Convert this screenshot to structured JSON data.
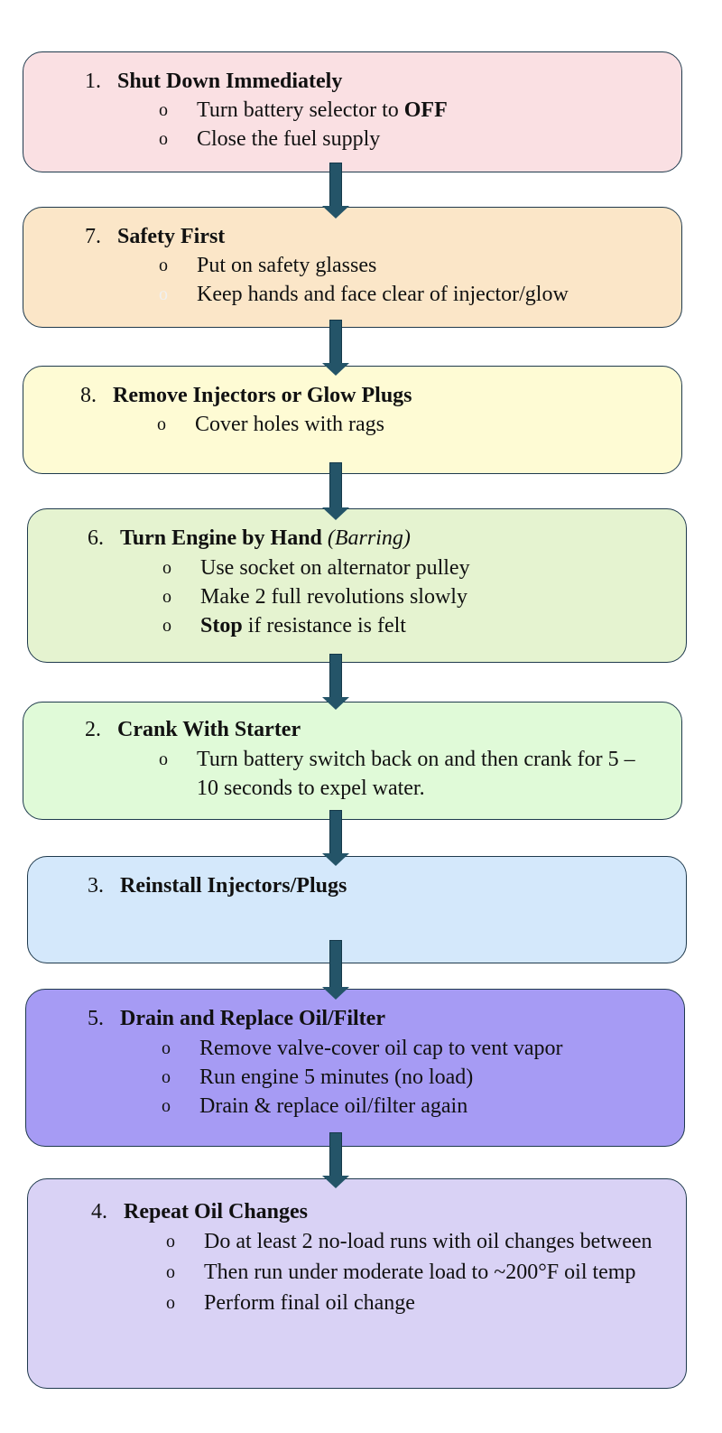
{
  "colors": {
    "step1": "#fae0e3",
    "step7": "#fbe6c8",
    "step8": "#fefbd4",
    "step6": "#e5f3d0",
    "step2": "#e0fad8",
    "step3": "#d4e8fb",
    "step5": "#a69bf4",
    "step4": "#d9d2f5",
    "arrow": "#245468",
    "border": "#1f3a4d"
  },
  "steps": [
    {
      "number": "1.",
      "title": "Shut Down Immediately",
      "bullets": [
        {
          "pre": "Turn battery selector to ",
          "bold": "OFF",
          "post": ""
        },
        {
          "pre": "Close the fuel supply",
          "bold": "",
          "post": ""
        }
      ]
    },
    {
      "number": "7.",
      "title": "Safety First",
      "bullets": [
        {
          "pre": "Put on safety glasses",
          "bold": "",
          "post": ""
        },
        {
          "pre": "Keep hands and face clear of injector/glow",
          "bold": "",
          "post": ""
        }
      ]
    },
    {
      "number": "8.",
      "title": "Remove Injectors or Glow Plugs",
      "bullets": [
        {
          "pre": "Cover holes with rags",
          "bold": "",
          "post": ""
        }
      ]
    },
    {
      "number": "6.",
      "title": "Turn Engine by Hand",
      "title_suffix": "(Barring)",
      "bullets": [
        {
          "pre": "Use socket on alternator pulley",
          "bold": "",
          "post": ""
        },
        {
          "pre": "Make 2 full revolutions slowly",
          "bold": "",
          "post": ""
        },
        {
          "pre": "",
          "bold": "Stop",
          "post": " if resistance is felt"
        }
      ]
    },
    {
      "number": "2.",
      "title": "Crank With Starter",
      "bullets": [
        {
          "pre": "Turn battery switch back on and then crank for 5 – 10 seconds to expel water.",
          "bold": "",
          "post": ""
        }
      ]
    },
    {
      "number": "3.",
      "title": "Reinstall Injectors/Plugs",
      "bullets": []
    },
    {
      "number": "5.",
      "title": "Drain and Replace Oil/Filter",
      "bullets": [
        {
          "pre": "Remove valve-cover oil cap to vent vapor",
          "bold": "",
          "post": ""
        },
        {
          "pre": "Run engine 5 minutes (no load)",
          "bold": "",
          "post": ""
        },
        {
          "pre": "Drain & replace oil/filter again",
          "bold": "",
          "post": ""
        }
      ]
    },
    {
      "number": "4.",
      "title": "Repeat Oil Changes",
      "bullets": [
        {
          "pre": "Do at least 2 no-load runs with oil changes between",
          "bold": "",
          "post": ""
        },
        {
          "pre": "Then run under moderate load to ~200°F oil temp",
          "bold": "",
          "post": ""
        },
        {
          "pre": "Perform final oil change",
          "bold": "",
          "post": ""
        }
      ]
    }
  ],
  "bullet_glyph": "o"
}
